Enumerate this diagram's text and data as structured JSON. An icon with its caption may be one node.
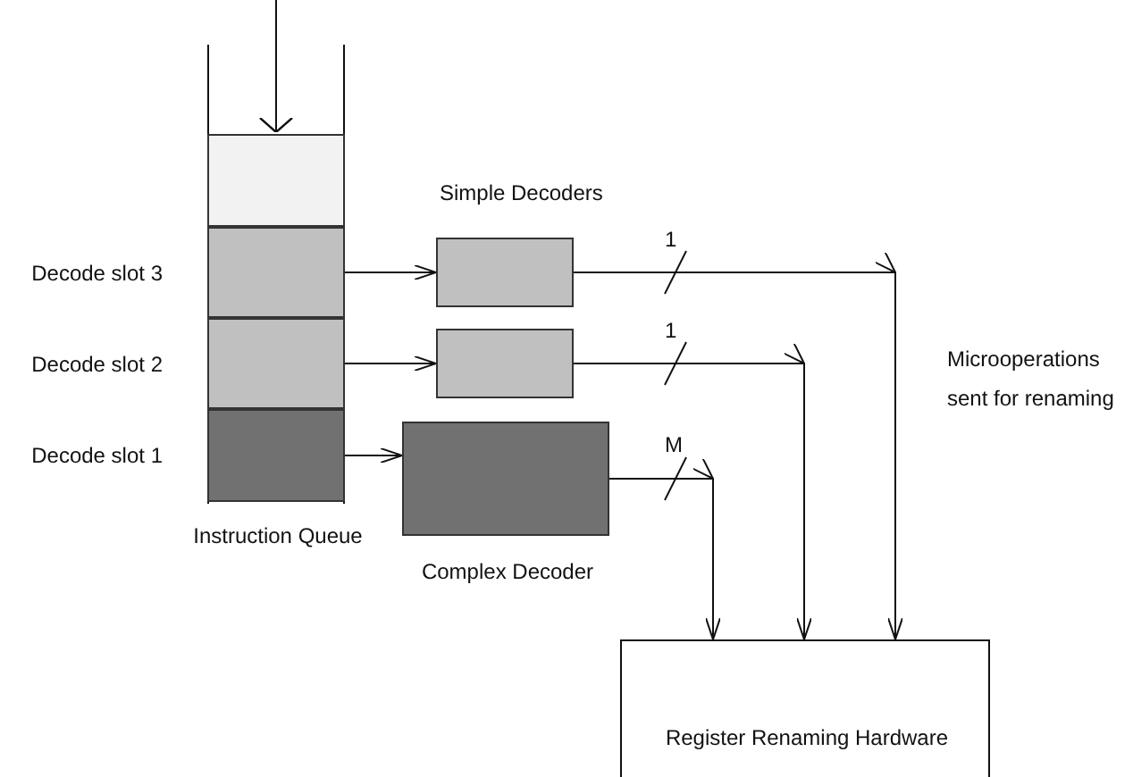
{
  "diagram": {
    "nodes": [
      {
        "text": [
          "Instruction Queue"
        ]
      },
      {
        "text": [],
        "shape": "box",
        "in": 0
      },
      {
        "text": [],
        "shape": "box",
        "in": 0,
        "beside": [
          "Decode slot 3"
        ]
      },
      {
        "text": [],
        "shape": "box",
        "in": 0,
        "beside": [
          "Decode slot 2"
        ]
      },
      {
        "text": [],
        "shape": "box",
        "in": 0,
        "beside": [
          "Decode slot 1"
        ]
      },
      {
        "text": [],
        "shape": "box"
      },
      {
        "text": [],
        "shape": "box"
      },
      {
        "text": [
          "Complex Decoder"
        ]
      },
      {
        "text": [
          "Register Renaming Hardware"
        ]
      }
    ],
    "edges": [
      {
        "from": null,
        "to": 1,
        "arrow": "to"
      },
      {
        "from": 2,
        "to": 5,
        "arrow": "to"
      },
      {
        "from": 3,
        "to": 6,
        "arrow": "to"
      },
      {
        "from": 4,
        "to": 7,
        "arrow": "to"
      },
      {
        "from": 5,
        "to": 8,
        "arrow": "to",
        "label": "1"
      },
      {
        "from": 6,
        "to": 8,
        "arrow": "to",
        "label": "1"
      },
      {
        "from": 7,
        "to": 8,
        "arrow": "to",
        "label": "M"
      }
    ],
    "labels": [
      "Simple Decoders",
      "Microoperations sent for renaming"
    ]
  }
}
